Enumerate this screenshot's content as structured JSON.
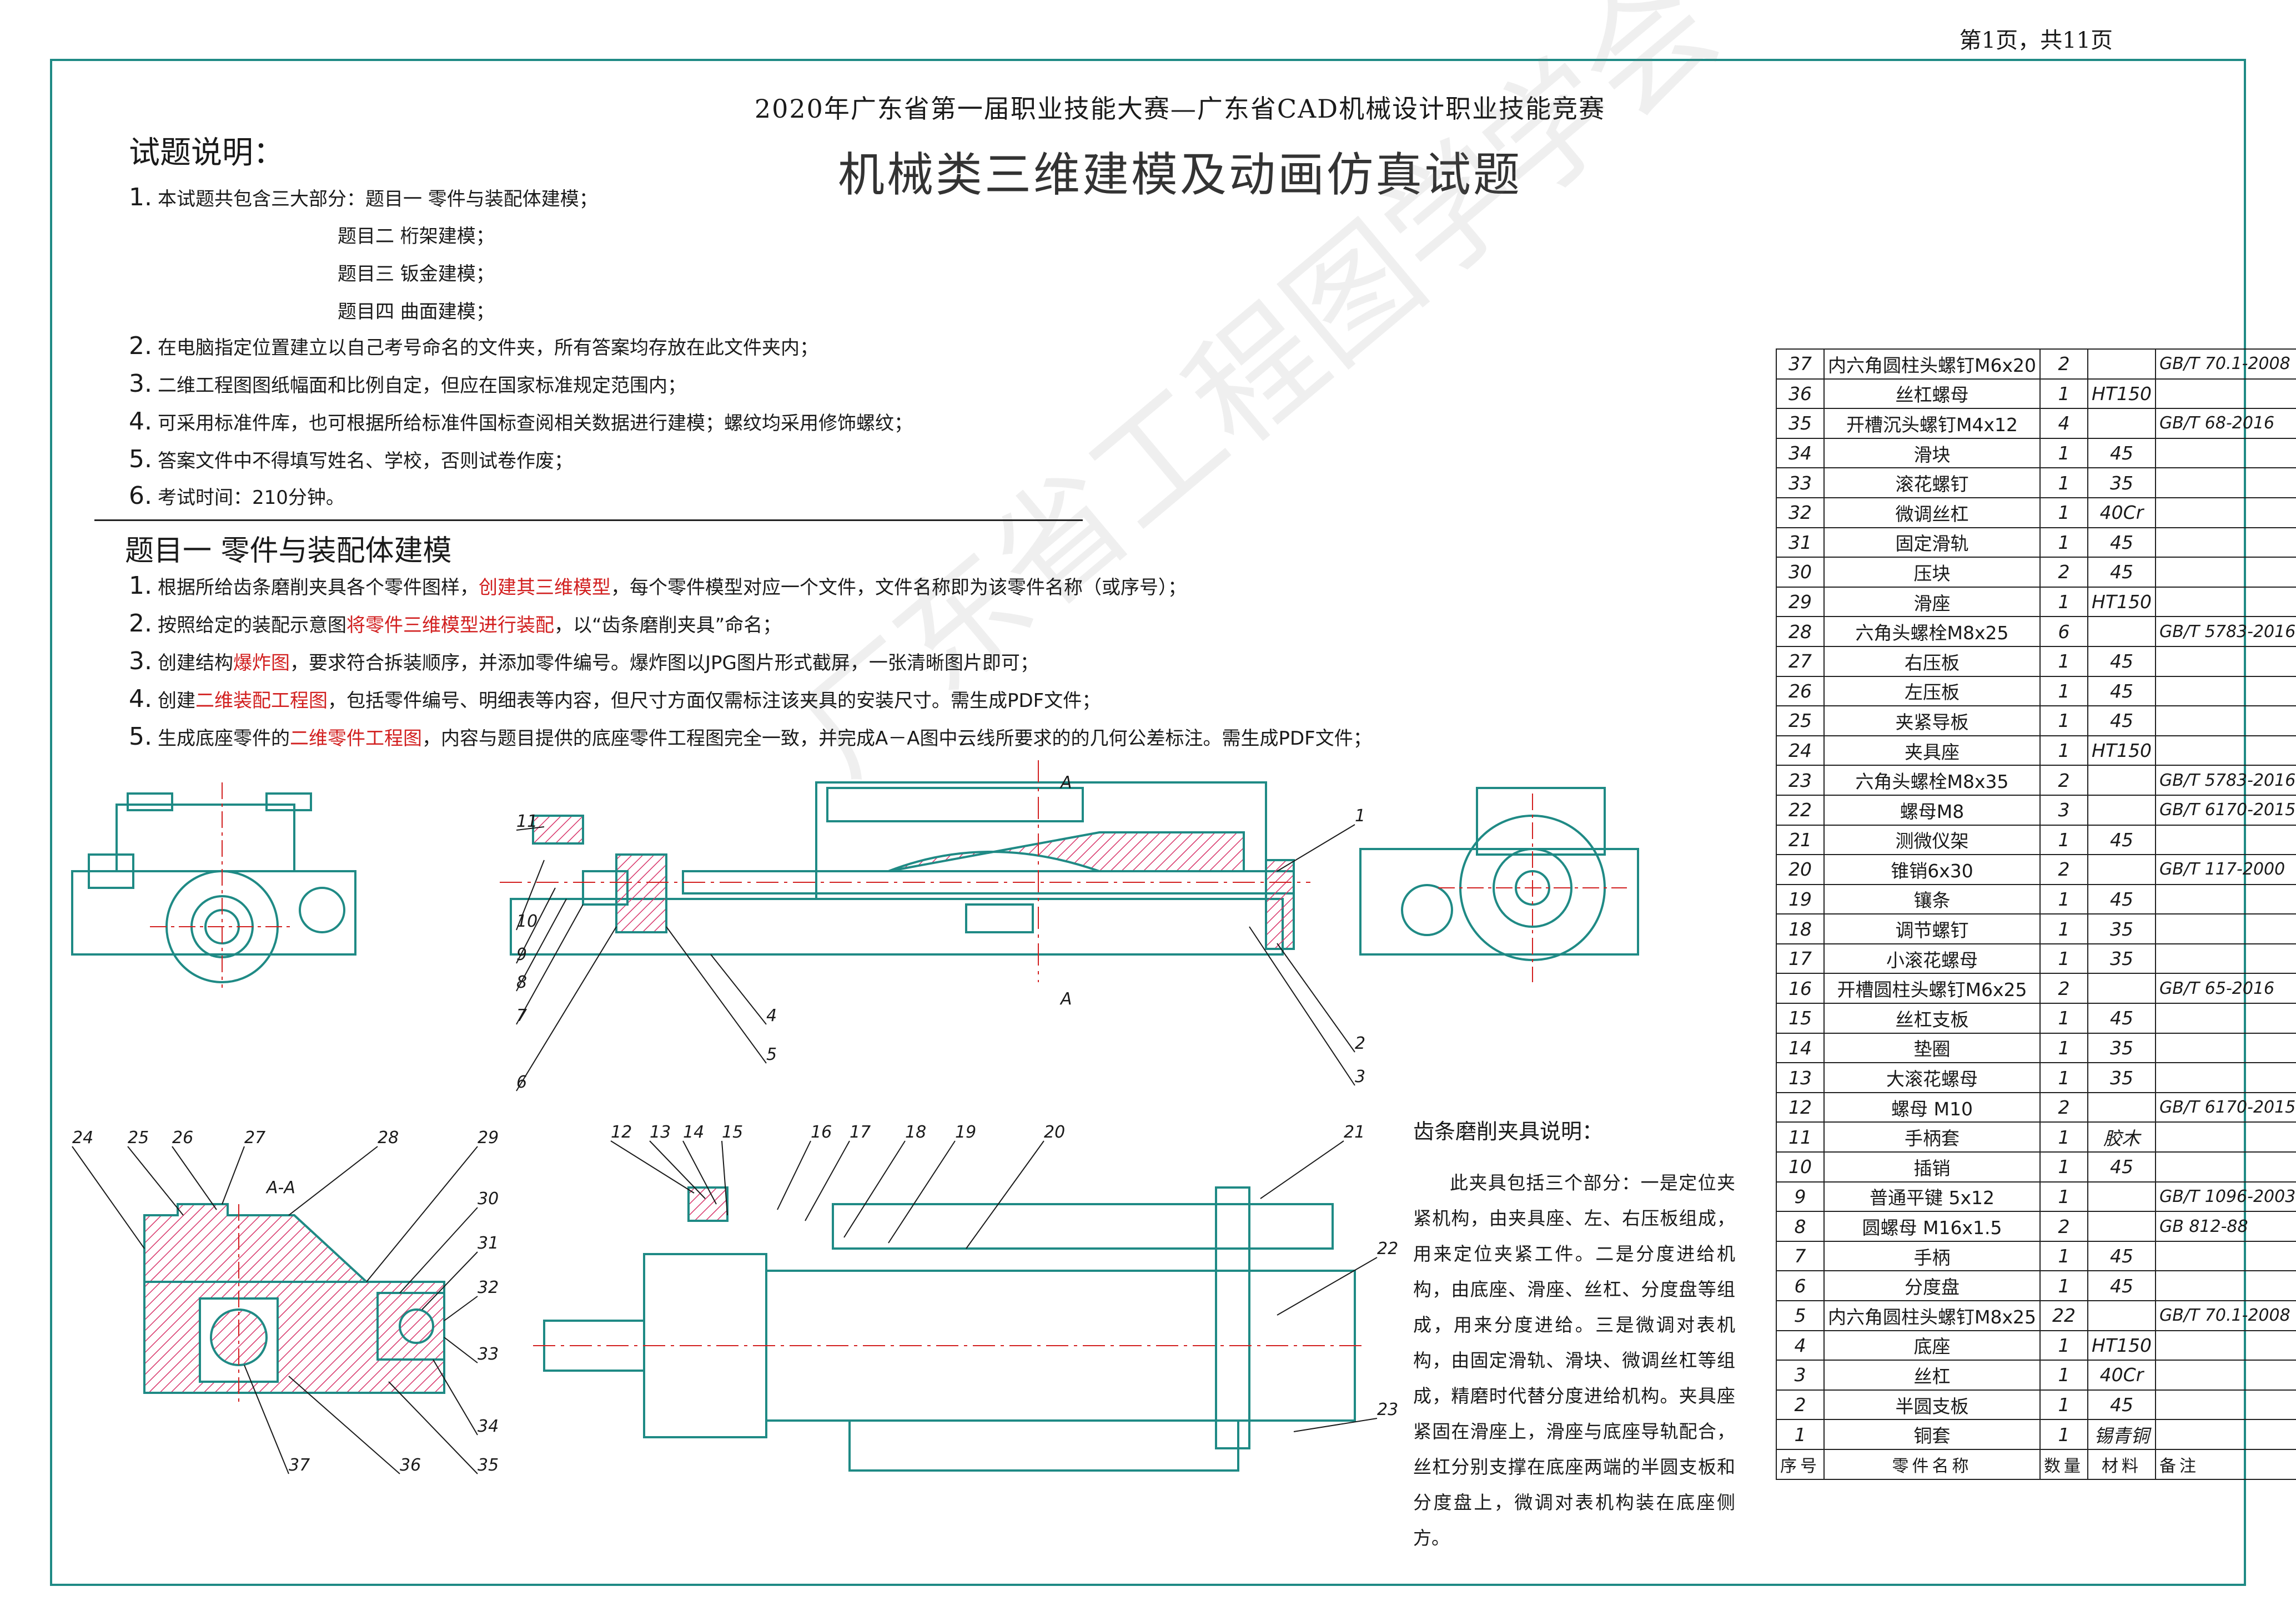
{
  "page_number": "第1页，共11页",
  "contest_title": "2020年广东省第一届职业技能大赛—广东省CAD机械设计职业技能竞赛",
  "exam_title": "机械类三维建模及动画仿真试题",
  "watermark": "广东省工程图学学会",
  "instructions": {
    "heading": "试题说明：",
    "items": [
      {
        "num": "1.",
        "text": "本试题共包含三大部分：题目一 零件与装配体建模；"
      },
      {
        "num": "",
        "text": "题目二 桁架建模；"
      },
      {
        "num": "",
        "text": "题目三 钣金建模；"
      },
      {
        "num": "",
        "text": "题目四 曲面建模；"
      },
      {
        "num": "2.",
        "text": "在电脑指定位置建立以自己考号命名的文件夹，所有答案均存放在此文件夹内；"
      },
      {
        "num": "3.",
        "text": "二维工程图图纸幅面和比例自定，但应在国家标准规定范围内；"
      },
      {
        "num": "4.",
        "text": "可采用标准件库，也可根据所给标准件国标查阅相关数据进行建模；螺纹均采用修饰螺纹；"
      },
      {
        "num": "5.",
        "text": "答案文件中不得填写姓名、学校，否则试卷作废；"
      },
      {
        "num": "6.",
        "text": "考试时间：210分钟。"
      }
    ]
  },
  "section1": {
    "heading": "题目一 零件与装配体建模",
    "items": [
      {
        "num": "1.",
        "pre": "根据所给齿条磨削夹具各个零件图样，",
        "hl": "创建其三维模型",
        "post": "，每个零件模型对应一个文件，文件名称即为该零件名称（或序号）；"
      },
      {
        "num": "2.",
        "pre": "按照给定的装配示意图",
        "hl": "将零件三维模型进行装配",
        "post": "，以“齿条磨削夹具”命名；"
      },
      {
        "num": "3.",
        "pre": "创建结构",
        "hl": "爆炸图",
        "post": "，要求符合拆装顺序，并添加零件编号。爆炸图以JPG图片形式截屏，一张清晰图片即可；"
      },
      {
        "num": "4.",
        "pre": "创建",
        "hl": "二维装配工程图",
        "post": "，包括零件编号、明细表等内容，但尺寸方面仅需标注该夹具的安装尺寸。需生成PDF文件；"
      },
      {
        "num": "5.",
        "pre": "生成底座零件的",
        "hl": "二维零件工程图",
        "post": "，内容与题目提供的底座零件工程图完全一致，并完成A－A图中云线所要求的的几何公差标注。需生成PDF文件；"
      }
    ]
  },
  "fixture_description": {
    "heading": "齿条磨削夹具说明：",
    "text": "此夹具包括三个部分：一是定位夹紧机构，由夹具座、左、右压板组成，用来定位夹紧工件。二是分度进给机构，由底座、滑座、丝杠、分度盘等组成，用来分度进给。三是微调对表机构，由固定滑轨、滑块、微调丝杠等组成，精磨时代替分度进给机构。夹具座紧固在滑座上，滑座与底座导轨配合，丝杠分别支撑在底座两端的半圆支板和分度盘上，微调对表机构装在底座侧方。"
  },
  "drawing_labels": {
    "section_view": "A-A",
    "cut_mark_top": "A",
    "cut_mark_bottom": "A",
    "balloons_front": [
      "11",
      "10",
      "9",
      "8",
      "7",
      "6",
      "5",
      "4",
      "3",
      "2",
      "1"
    ],
    "balloons_section": [
      "24",
      "25",
      "26",
      "27",
      "28",
      "29",
      "30",
      "31",
      "32",
      "33",
      "34",
      "35",
      "36",
      "37"
    ],
    "balloons_top": [
      "12",
      "13",
      "14",
      "15",
      "16",
      "17",
      "18",
      "19",
      "20",
      "21",
      "22",
      "23"
    ]
  },
  "bom": {
    "header": [
      "序号",
      "零件名称",
      "数量",
      "材料",
      "备注"
    ],
    "rows": [
      [
        "37",
        "内六角圆柱头螺钉M6x20",
        "2",
        "",
        "GB/T 70.1-2008"
      ],
      [
        "36",
        "丝杠螺母",
        "1",
        "HT150",
        ""
      ],
      [
        "35",
        "开槽沉头螺钉M4x12",
        "4",
        "",
        "GB/T 68-2016"
      ],
      [
        "34",
        "滑块",
        "1",
        "45",
        ""
      ],
      [
        "33",
        "滚花螺钉",
        "1",
        "35",
        ""
      ],
      [
        "32",
        "微调丝杠",
        "1",
        "40Cr",
        ""
      ],
      [
        "31",
        "固定滑轨",
        "1",
        "45",
        ""
      ],
      [
        "30",
        "压块",
        "2",
        "45",
        ""
      ],
      [
        "29",
        "滑座",
        "1",
        "HT150",
        ""
      ],
      [
        "28",
        "六角头螺栓M8x25",
        "6",
        "",
        "GB/T 5783-2016"
      ],
      [
        "27",
        "右压板",
        "1",
        "45",
        ""
      ],
      [
        "26",
        "左压板",
        "1",
        "45",
        ""
      ],
      [
        "25",
        "夹紧导板",
        "1",
        "45",
        ""
      ],
      [
        "24",
        "夹具座",
        "1",
        "HT150",
        ""
      ],
      [
        "23",
        "六角头螺栓M8x35",
        "2",
        "",
        "GB/T 5783-2016"
      ],
      [
        "22",
        "螺母M8",
        "3",
        "",
        "GB/T 6170-2015"
      ],
      [
        "21",
        "测微仪架",
        "1",
        "45",
        ""
      ],
      [
        "20",
        "锥销6x30",
        "2",
        "",
        "GB/T 117-2000"
      ],
      [
        "19",
        "镶条",
        "1",
        "45",
        ""
      ],
      [
        "18",
        "调节螺钉",
        "1",
        "35",
        ""
      ],
      [
        "17",
        "小滚花螺母",
        "1",
        "35",
        ""
      ],
      [
        "16",
        "开槽圆柱头螺钉M6x25",
        "2",
        "",
        "GB/T 65-2016"
      ],
      [
        "15",
        "丝杠支板",
        "1",
        "45",
        ""
      ],
      [
        "14",
        "垫圈",
        "1",
        "35",
        ""
      ],
      [
        "13",
        "大滚花螺母",
        "1",
        "35",
        ""
      ],
      [
        "12",
        "螺母 M10",
        "2",
        "",
        "GB/T 6170-2015"
      ],
      [
        "11",
        "手柄套",
        "1",
        "胶木",
        ""
      ],
      [
        "10",
        "插销",
        "1",
        "45",
        ""
      ],
      [
        "9",
        "普通平键 5x12",
        "1",
        "",
        "GB/T 1096-2003"
      ],
      [
        "8",
        "圆螺母 M16x1.5",
        "2",
        "",
        "GB 812-88"
      ],
      [
        "7",
        "手柄",
        "1",
        "45",
        ""
      ],
      [
        "6",
        "分度盘",
        "1",
        "45",
        ""
      ],
      [
        "5",
        "内六角圆柱头螺钉M8x25",
        "22",
        "",
        "GB/T 70.1-2008"
      ],
      [
        "4",
        "底座",
        "1",
        "HT150",
        ""
      ],
      [
        "3",
        "丝杠",
        "1",
        "40Cr",
        ""
      ],
      [
        "2",
        "半圆支板",
        "1",
        "45",
        ""
      ],
      [
        "1",
        "铜套",
        "1",
        "锡青铜",
        ""
      ]
    ]
  },
  "colors": {
    "frame": "#1f8a85",
    "drawing": "#1f8a85",
    "hatch": "#d8356a",
    "centerline": "#d22020",
    "highlight": "#d22020"
  }
}
